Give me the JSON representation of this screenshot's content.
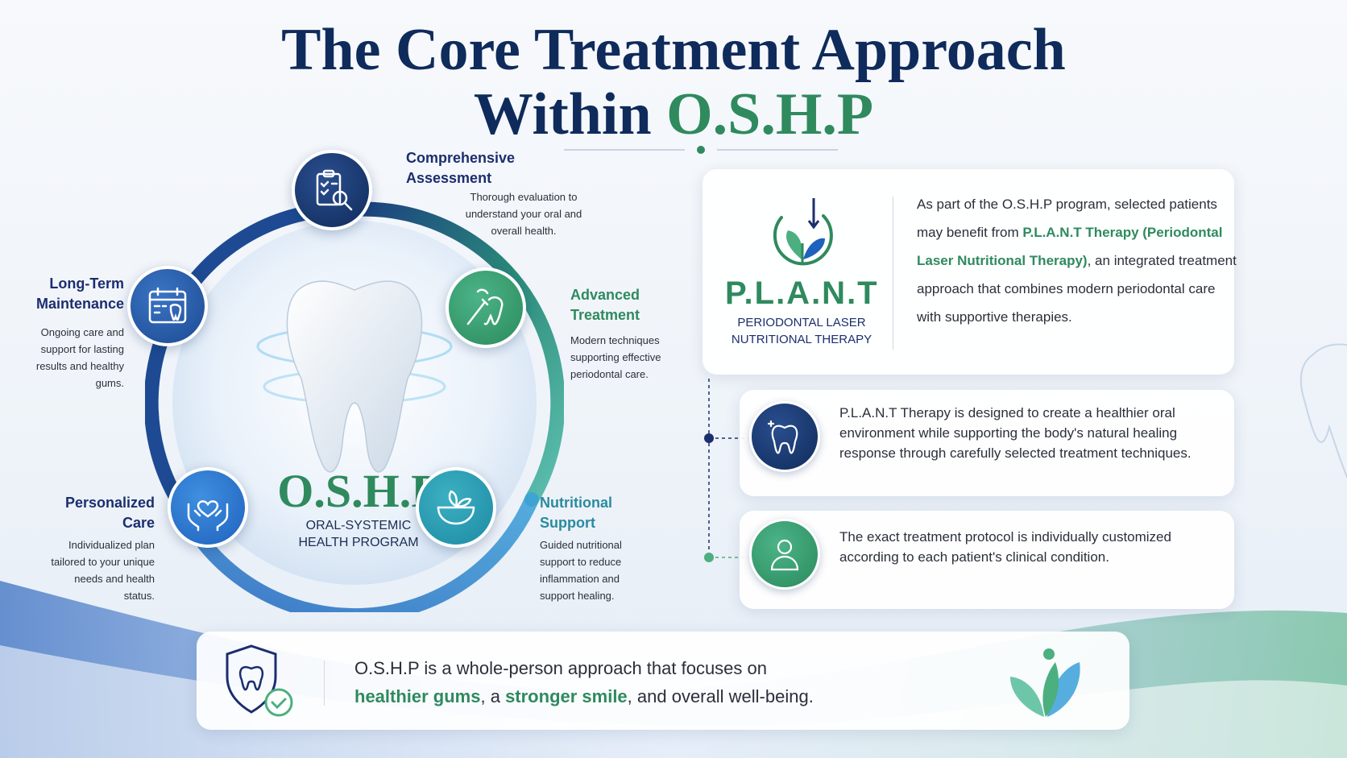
{
  "title": {
    "line1": "The Core Treatment Approach",
    "line2_prefix": "Within ",
    "line2_highlight": "O.S.H.P"
  },
  "center": {
    "name": "O.S.H.P",
    "subtitle_line1": "ORAL-SYSTEMIC",
    "subtitle_line2": "HEALTH PROGRAM"
  },
  "steps": {
    "assessment": {
      "title_line1": "Comprehensive",
      "title_line2": "Assessment",
      "desc_line1": "Thorough evaluation to",
      "desc_line2": "understand your oral and",
      "desc_line3": "overall health.",
      "icon": "clipboard-search-icon"
    },
    "treatment": {
      "title_line1": "Advanced",
      "title_line2": "Treatment",
      "desc_line1": "Modern techniques",
      "desc_line2": "supporting effective",
      "desc_line3": "periodontal care.",
      "icon": "dental-tool-icon"
    },
    "nutrition": {
      "title_line1": "Nutritional",
      "title_line2": "Support",
      "desc_line1": "Guided nutritional",
      "desc_line2": "support to reduce",
      "desc_line3": "inflammation and",
      "desc_line4": "support healing.",
      "icon": "bowl-leaf-icon"
    },
    "personalized": {
      "title_line1": "Personalized",
      "title_line2": "Care",
      "desc_line1": "Individualized plan",
      "desc_line2": "tailored to your unique",
      "desc_line3": "needs and health",
      "desc_line4": "status.",
      "icon": "hands-heart-icon"
    },
    "maintenance": {
      "title_line1": "Long-Term",
      "title_line2": "Maintenance",
      "desc_line1": "Ongoing care and",
      "desc_line2": "support for lasting",
      "desc_line3": "results and healthy",
      "desc_line4": "gums.",
      "icon": "calendar-tooth-icon"
    }
  },
  "plant": {
    "word": "P.L.A.N.T",
    "sub_line1": "PERIODONTAL LASER",
    "sub_line2": "NUTRITIONAL THERAPY",
    "text_1": "As part of the O.S.H.P program, selected patients may benefit from ",
    "text_2": "P.L.A.N.T Therapy (Periodontal Laser Nutritional Therapy)",
    "text_3": ", an integrated treatment approach that combines modern periodontal care with supportive therapies.",
    "logo_icon": "plant-leaf-laser-icon"
  },
  "info": {
    "card1": "P.L.A.N.T Therapy is designed to create a healthier oral environment while supporting the body's natural healing response through carefully selected treatment techniques.",
    "card1_icon": "tooth-sparkle-icon",
    "card2": "The exact treatment protocol is individually customized according to each patient's clinical condition.",
    "card2_icon": "person-icon"
  },
  "bottom": {
    "text_1": "O.S.H.P is a whole-person approach that focuses on",
    "hl_1": "healthier gums",
    "text_2": ", a ",
    "hl_2": "stronger smile",
    "text_3": ",  and overall well-being.",
    "shield_icon": "shield-tooth-check-icon",
    "leaf_icon": "wellness-leaf-icon"
  },
  "colors": {
    "navy": "#0f2b5b",
    "green": "#2f8a5e",
    "teal": "#2a8aa0",
    "blue": "#1f62bd"
  }
}
